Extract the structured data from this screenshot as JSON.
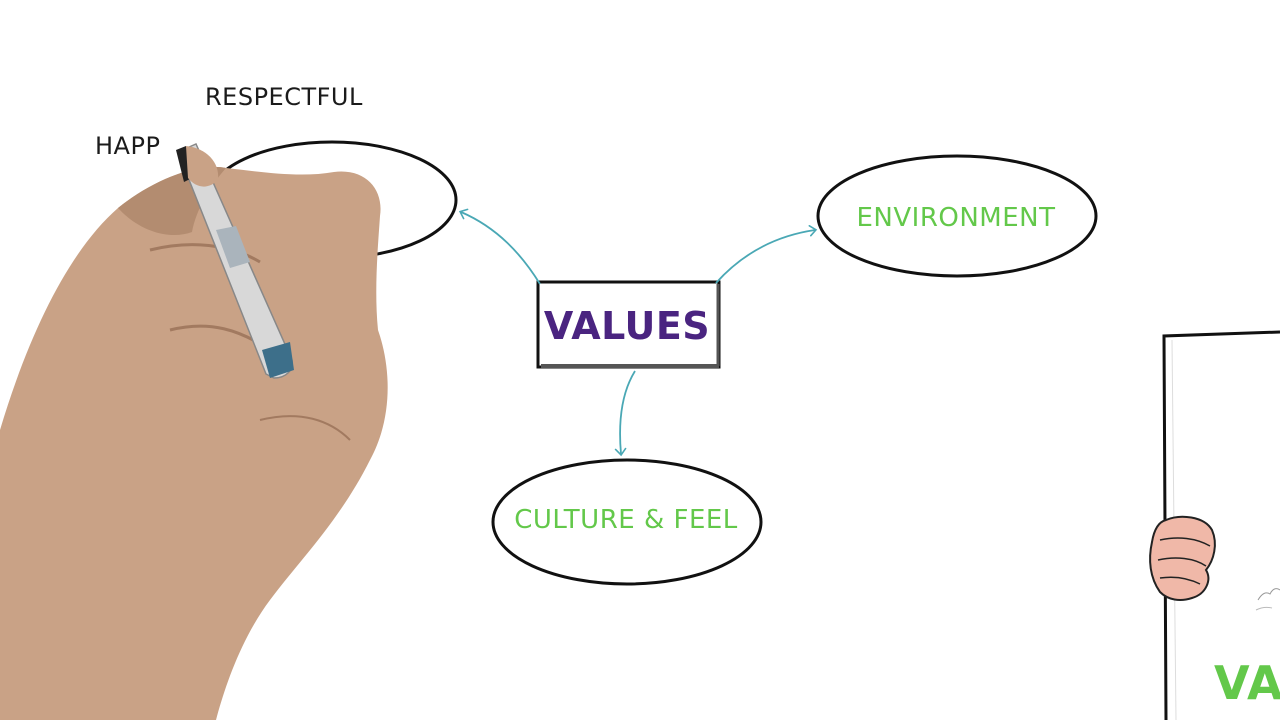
{
  "diagram": {
    "center": {
      "label": "VALUES",
      "color": "#4a2480"
    },
    "nodes": [
      {
        "id": "values-bubble-1",
        "label": "",
        "color": "#63c84a"
      },
      {
        "id": "environment",
        "label": "ENVIRONMENT",
        "color": "#63c84a"
      },
      {
        "id": "culture-feel",
        "label": "CULTURE & FEEL",
        "color": "#63c84a"
      }
    ],
    "words": [
      "RESPECTFUL",
      "HAPP"
    ],
    "arrow_color": "#4aa8b5"
  },
  "sign": {
    "partial_text": "VA",
    "color": "#63c84a"
  },
  "icons": [
    "drawing-hand-icon",
    "marker-pen-icon",
    "holding-hand-icon"
  ]
}
